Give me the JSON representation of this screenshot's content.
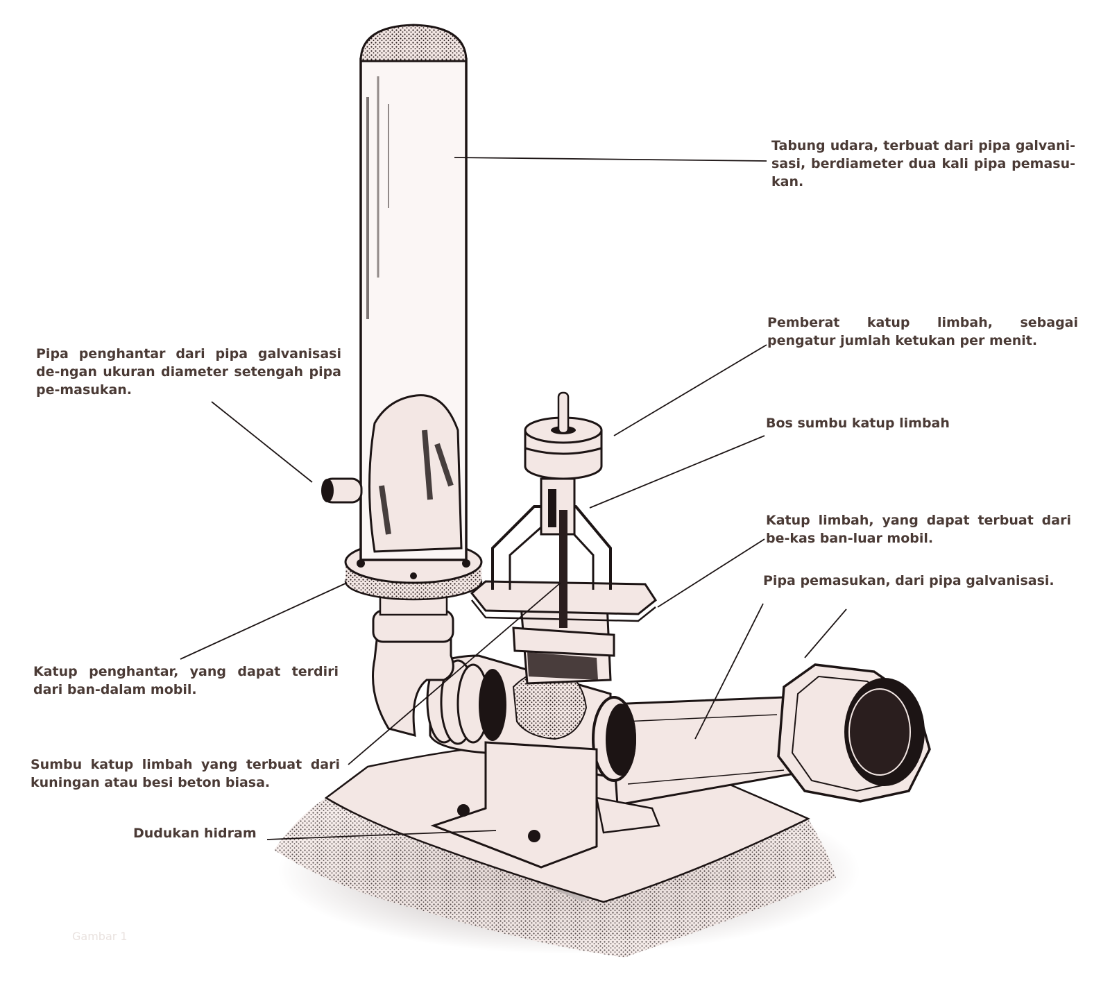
{
  "labels": {
    "air_chamber": "Tabung udara, terbuat dari pipa galvani-sasi, berdiameter dua kali pipa pemasu-kan.",
    "waste_valve_weight": "Pemberat katup limbah, sebagai pengatur jumlah ketukan per menit.",
    "waste_valve_boss": "Bos sumbu katup limbah",
    "waste_valve": "Katup limbah, yang dapat terbuat dari be-kas ban-luar mobil.",
    "inlet_pipe": "Pipa pemasukan, dari pipa galvanisasi.",
    "delivery_pipe": "Pipa penghantar dari pipa galvanisasi de-ngan ukuran diameter setengah pipa pe-masukan.",
    "delivery_valve": "Katup penghantar, yang dapat terdiri dari ban-dalam mobil.",
    "waste_valve_axle": "Sumbu katup limbah yang terbuat dari kuningan atau besi beton biasa.",
    "ram_base": "Dudukan hidram"
  },
  "caption": "Gambar 1",
  "colors": {
    "paper": "#ffffff",
    "ink": "#1c1414",
    "text": "#4a3a35",
    "fill": "#f3e7e4",
    "shadow": "#2a1e1e",
    "ground": "#6a5552"
  }
}
